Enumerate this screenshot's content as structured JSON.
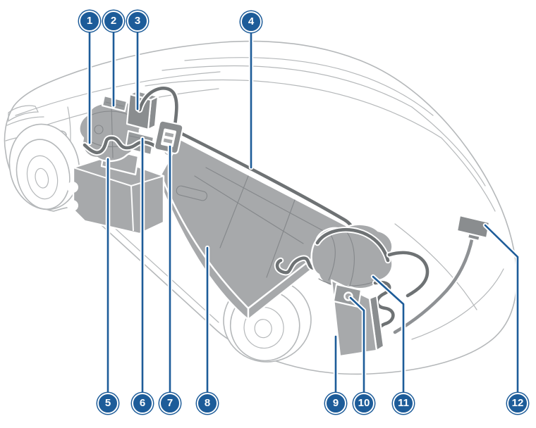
{
  "callouts": [
    {
      "number": "1"
    },
    {
      "number": "2"
    },
    {
      "number": "3"
    },
    {
      "number": "4"
    },
    {
      "number": "5"
    },
    {
      "number": "6"
    },
    {
      "number": "7"
    },
    {
      "number": "8"
    },
    {
      "number": "9"
    },
    {
      "number": "10"
    },
    {
      "number": "11"
    },
    {
      "number": "12"
    }
  ],
  "colors": {
    "accent": "#1d5c99",
    "car-line": "#b5b8ba",
    "component": "#a7a9ab",
    "component-mid": "#989b9d",
    "component-dark": "#8a8d8f",
    "tube": "#6e7274",
    "hose": "#8e9194",
    "detail": "#84878a",
    "bg": "#ffffff"
  }
}
